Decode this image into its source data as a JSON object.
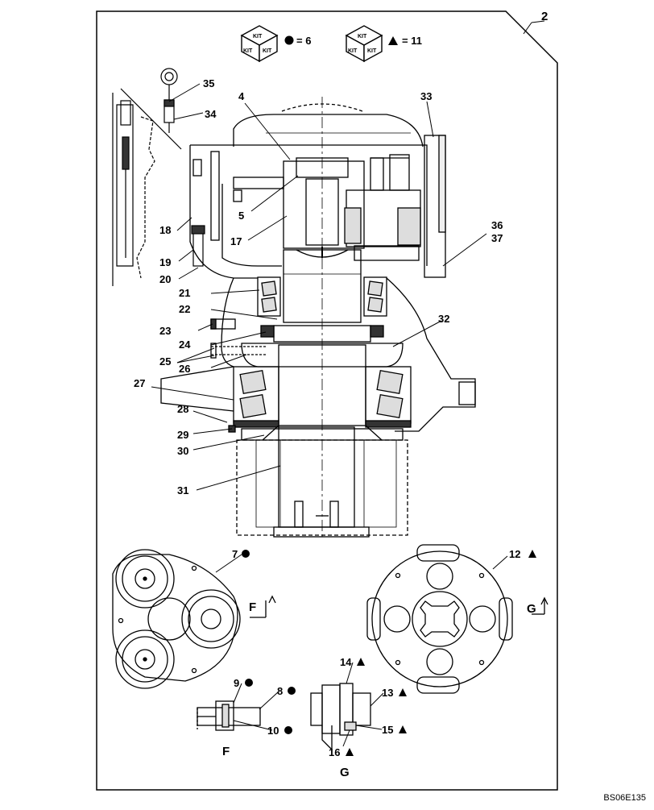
{
  "page_number": "2",
  "drawing_code": "BS06E135",
  "kits": [
    {
      "box_label": "KIT",
      "symbol": "circle-icon",
      "value": "= 6"
    },
    {
      "box_label": "KIT",
      "symbol": "triangle-icon",
      "value": "= 11"
    }
  ],
  "callouts": {
    "c4": "4",
    "c5": "5",
    "c17": "17",
    "c18": "18",
    "c19": "19",
    "c20": "20",
    "c21": "21",
    "c22": "22",
    "c23": "23",
    "c24": "24",
    "c25": "25",
    "c26": "26",
    "c27": "27",
    "c28": "28",
    "c29": "29",
    "c30": "30",
    "c31": "31",
    "c32": "32",
    "c33": "33",
    "c34": "34",
    "c35": "35",
    "c36": "36",
    "c37": "37",
    "c7": "7",
    "c12": "12",
    "c9": "9",
    "c8": "8",
    "c10": "10",
    "c14": "14",
    "c13": "13",
    "c15": "15",
    "c16": "16"
  },
  "views": {
    "f_arrow": "F",
    "g_arrow": "G",
    "f_title": "F",
    "g_title": "G"
  }
}
